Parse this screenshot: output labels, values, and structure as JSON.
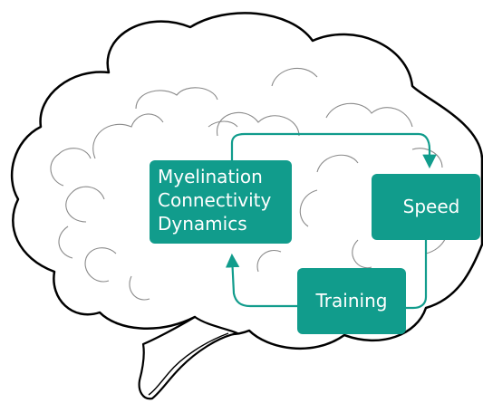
{
  "colors": {
    "box_fill": "#119c8c",
    "arrow": "#119c8c",
    "outline": "#000000",
    "inner_lines": "#7a7a7a",
    "background": "#ffffff"
  },
  "nodes": {
    "myelination": {
      "lines": [
        "Myelination",
        "Connectivity",
        "Dynamics"
      ]
    },
    "speed": {
      "label": "Speed"
    },
    "training": {
      "label": "Training"
    }
  },
  "edges": [
    {
      "from": "myelination",
      "to": "speed"
    },
    {
      "from": "speed",
      "to": "training"
    },
    {
      "from": "training",
      "to": "myelination"
    }
  ]
}
